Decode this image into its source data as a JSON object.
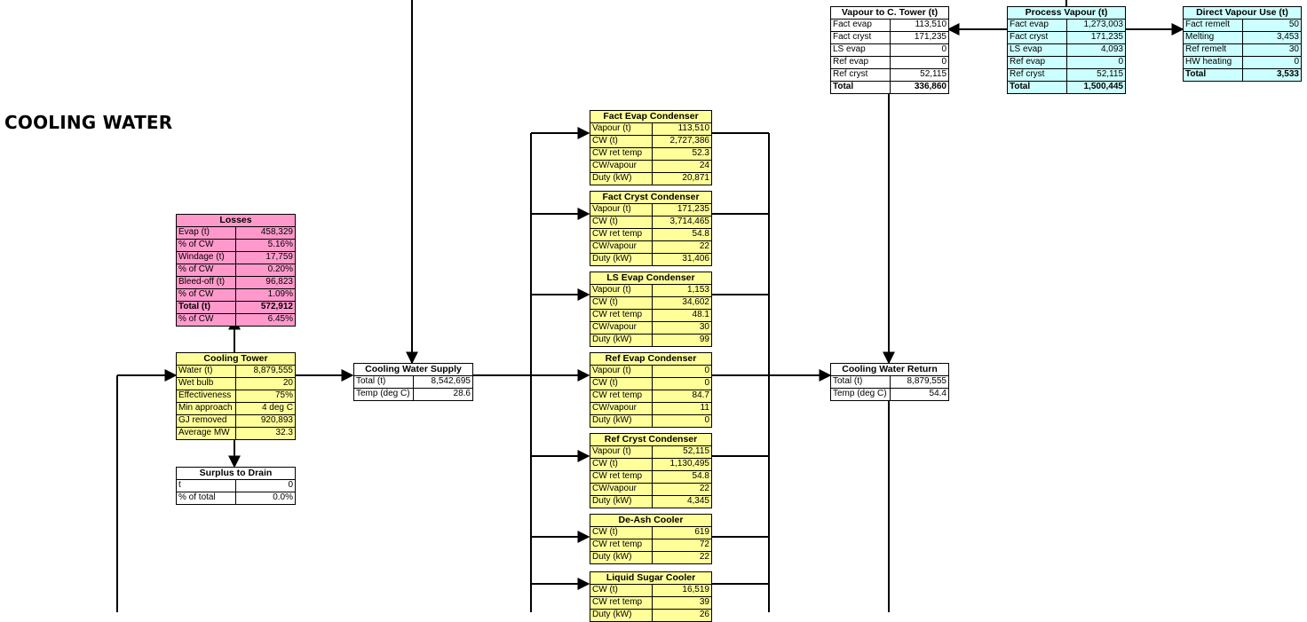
{
  "title": "COOLING WATER",
  "blocks": {
    "vapour_to_tower": {
      "title": "Vapour to C. Tower (t)",
      "rows": [
        {
          "label": "Fact evap",
          "value": "113,510"
        },
        {
          "label": "Fact cryst",
          "value": "171,235"
        },
        {
          "label": "LS evap",
          "value": "0"
        },
        {
          "label": "Ref evap",
          "value": "0"
        },
        {
          "label": "Ref cryst",
          "value": "52,115"
        },
        {
          "label": "Total",
          "value": "336,860",
          "bold": true
        }
      ]
    },
    "process_vapour": {
      "title": "Process Vapour (t)",
      "rows": [
        {
          "label": "Fact evap",
          "value": "1,273,003"
        },
        {
          "label": "Fact cryst",
          "value": "171,235"
        },
        {
          "label": "LS evap",
          "value": "4,093"
        },
        {
          "label": "Ref evap",
          "value": "0"
        },
        {
          "label": "Ref cryst",
          "value": "52,115"
        },
        {
          "label": "Total",
          "value": "1,500,445",
          "bold": true
        }
      ]
    },
    "direct_vapour": {
      "title": "Direct Vapour Use (t)",
      "rows": [
        {
          "label": "Fact remelt",
          "value": "50"
        },
        {
          "label": "Melting",
          "value": "3,453"
        },
        {
          "label": "Ref remelt",
          "value": "30"
        },
        {
          "label": "HW heating",
          "value": "0"
        },
        {
          "label": "Total",
          "value": "3,533",
          "bold": true
        }
      ]
    },
    "losses": {
      "title": "Losses",
      "rows": [
        {
          "label": "Evap (t)",
          "value": "458,329"
        },
        {
          "label": "% of CW",
          "value": "5.16%"
        },
        {
          "label": "Windage (t)",
          "value": "17,759"
        },
        {
          "label": "% of CW",
          "value": "0.20%"
        },
        {
          "label": "Bleed-off (t)",
          "value": "96,823"
        },
        {
          "label": "% of CW",
          "value": "1.09%"
        },
        {
          "label": "Total (t)",
          "value": "572,912",
          "bold": true
        },
        {
          "label": "% of CW",
          "value": "6.45%"
        }
      ]
    },
    "cooling_tower": {
      "title": "Cooling Tower",
      "rows": [
        {
          "label": "Water (t)",
          "value": "8,879,555"
        },
        {
          "label": "Wet bulb",
          "value": "20"
        },
        {
          "label": "Effectiveness",
          "value": "75%"
        },
        {
          "label": "Min approach",
          "value": "4 deg C"
        },
        {
          "label": "GJ removed",
          "value": "920,893"
        },
        {
          "label": "Average MW",
          "value": "32.3"
        }
      ]
    },
    "surplus_drain": {
      "title": "Surplus to Drain",
      "rows": [
        {
          "label": "t",
          "value": "0"
        },
        {
          "label": "% of total",
          "value": "0.0%"
        }
      ]
    },
    "cw_supply": {
      "title": "Cooling Water Supply",
      "rows": [
        {
          "label": "Total (t)",
          "value": "8,542,695"
        },
        {
          "label": "Temp (deg C)",
          "value": "28.6"
        }
      ]
    },
    "cw_return": {
      "title": "Cooling Water Return",
      "rows": [
        {
          "label": "Total (t)",
          "value": "8,879,555"
        },
        {
          "label": "Temp (deg C)",
          "value": "54.4"
        }
      ]
    },
    "fact_evap_cond": {
      "title": "Fact Evap Condenser",
      "rows": [
        {
          "label": "Vapour (t)",
          "value": "113,510"
        },
        {
          "label": "CW (t)",
          "value": "2,727,386"
        },
        {
          "label": "CW ret temp",
          "value": "52.3"
        },
        {
          "label": "CW/vapour",
          "value": "24"
        },
        {
          "label": "Duty (kW)",
          "value": "20,871"
        }
      ]
    },
    "fact_cryst_cond": {
      "title": "Fact Cryst Condenser",
      "rows": [
        {
          "label": "Vapour (t)",
          "value": "171,235"
        },
        {
          "label": "CW (t)",
          "value": "3,714,465"
        },
        {
          "label": "CW ret temp",
          "value": "54.8"
        },
        {
          "label": "CW/vapour",
          "value": "22"
        },
        {
          "label": "Duty (kW)",
          "value": "31,406"
        }
      ]
    },
    "ls_evap_cond": {
      "title": "LS Evap Condenser",
      "rows": [
        {
          "label": "Vapour (t)",
          "value": "1,153"
        },
        {
          "label": "CW (t)",
          "value": "34,602"
        },
        {
          "label": "CW ret temp",
          "value": "48.1"
        },
        {
          "label": "CW/vapour",
          "value": "30"
        },
        {
          "label": "Duty (kW)",
          "value": "99"
        }
      ]
    },
    "ref_evap_cond": {
      "title": "Ref Evap Condenser",
      "rows": [
        {
          "label": "Vapour (t)",
          "value": "0"
        },
        {
          "label": "CW (t)",
          "value": "0"
        },
        {
          "label": "CW ret temp",
          "value": "84.7"
        },
        {
          "label": "CW/vapour",
          "value": "11"
        },
        {
          "label": "Duty (kW)",
          "value": "0"
        }
      ]
    },
    "ref_cryst_cond": {
      "title": "Ref Cryst Condenser",
      "rows": [
        {
          "label": "Vapour (t)",
          "value": "52,115"
        },
        {
          "label": "CW (t)",
          "value": "1,130,495"
        },
        {
          "label": "CW ret temp",
          "value": "54.8"
        },
        {
          "label": "CW/vapour",
          "value": "22"
        },
        {
          "label": "Duty (kW)",
          "value": "4,345"
        }
      ]
    },
    "deash_cooler": {
      "title": "De-Ash Cooler",
      "rows": [
        {
          "label": "CW (t)",
          "value": "619"
        },
        {
          "label": "CW ret temp",
          "value": "72"
        },
        {
          "label": "Duty (kW)",
          "value": "22"
        }
      ]
    },
    "liquid_sugar_cooler": {
      "title": "Liquid Sugar Cooler",
      "rows": [
        {
          "label": "CW (t)",
          "value": "16,519"
        },
        {
          "label": "CW ret temp",
          "value": "39"
        },
        {
          "label": "Duty (kW)",
          "value": "26"
        }
      ]
    }
  }
}
